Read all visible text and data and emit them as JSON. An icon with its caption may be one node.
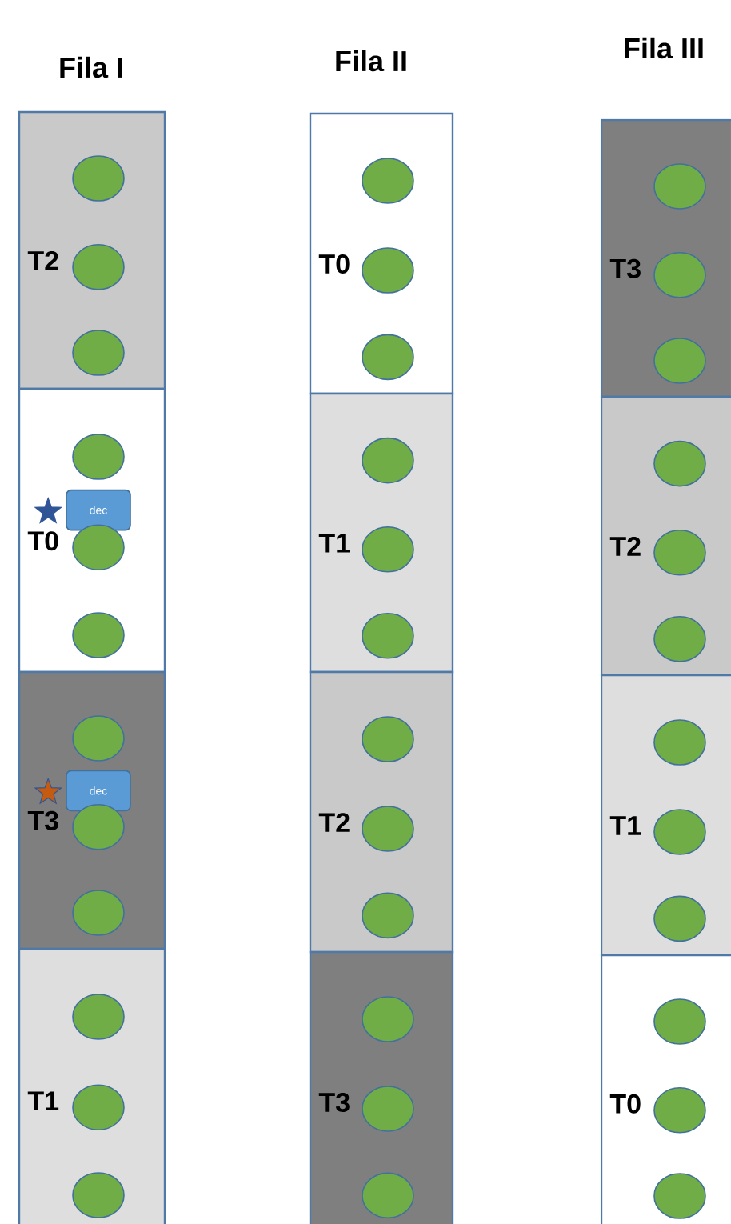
{
  "diagram": {
    "labels": [
      "Fila I",
      "Fila II",
      "Fila III"
    ],
    "nodes": [
      {
        "text": [
          "T2"
        ]
      },
      {
        "text": [],
        "shape": "circle",
        "in": 0
      },
      {
        "text": [],
        "shape": "circle",
        "in": 0
      },
      {
        "text": [],
        "shape": "circle",
        "in": 0
      },
      {
        "text": [
          "T0"
        ]
      },
      {
        "text": [],
        "shape": "circle",
        "in": 4
      },
      {
        "text": [
          "dec"
        ],
        "in": 4
      },
      {
        "text": [],
        "shape": "circle",
        "in": 4
      },
      {
        "text": [],
        "shape": "circle",
        "in": 4
      },
      {
        "text": [
          "T3"
        ]
      },
      {
        "text": [],
        "shape": "circle",
        "in": 9
      },
      {
        "text": [
          "dec"
        ],
        "in": 9
      },
      {
        "text": [],
        "shape": "circle",
        "in": 9
      },
      {
        "text": [],
        "shape": "circle",
        "in": 9
      },
      {
        "text": [
          "T1"
        ]
      },
      {
        "text": [],
        "shape": "circle",
        "in": 14
      },
      {
        "text": [],
        "shape": "circle",
        "in": 14
      },
      {
        "text": [],
        "shape": "circle",
        "in": 14
      },
      {
        "text": [
          "T0"
        ]
      },
      {
        "text": [],
        "shape": "circle",
        "in": 18
      },
      {
        "text": [],
        "shape": "circle",
        "in": 18
      },
      {
        "text": [],
        "shape": "circle",
        "in": 18
      },
      {
        "text": [
          "T1"
        ]
      },
      {
        "text": [],
        "shape": "circle",
        "in": 22
      },
      {
        "text": [],
        "shape": "circle",
        "in": 22
      },
      {
        "text": [],
        "shape": "circle",
        "in": 22
      },
      {
        "text": [
          "T2"
        ]
      },
      {
        "text": [],
        "shape": "circle",
        "in": 26
      },
      {
        "text": [],
        "shape": "circle",
        "in": 26
      },
      {
        "text": [],
        "shape": "circle",
        "in": 26
      },
      {
        "text": [
          "T3"
        ]
      },
      {
        "text": [],
        "shape": "circle",
        "in": 30
      },
      {
        "text": [],
        "shape": "circle",
        "in": 30
      },
      {
        "text": [],
        "shape": "circle",
        "in": 30
      },
      {
        "text": [
          "T3"
        ]
      },
      {
        "text": [],
        "shape": "circle",
        "in": 34
      },
      {
        "text": [],
        "shape": "circle",
        "in": 34
      },
      {
        "text": [],
        "shape": "circle",
        "in": 34
      },
      {
        "text": [
          "T2"
        ]
      },
      {
        "text": [],
        "shape": "circle",
        "in": 38
      },
      {
        "text": [],
        "shape": "circle",
        "in": 38
      },
      {
        "text": [],
        "shape": "circle",
        "in": 38
      },
      {
        "text": [
          "T1"
        ]
      },
      {
        "text": [],
        "shape": "circle",
        "in": 42
      },
      {
        "text": [],
        "shape": "circle",
        "in": 42
      },
      {
        "text": [],
        "shape": "circle",
        "in": 42
      },
      {
        "text": [
          "T0"
        ]
      },
      {
        "text": [],
        "shape": "circle",
        "in": 46
      },
      {
        "text": [],
        "shape": "circle",
        "in": 46
      },
      {
        "text": [],
        "shape": "circle",
        "in": 46
      }
    ]
  }
}
